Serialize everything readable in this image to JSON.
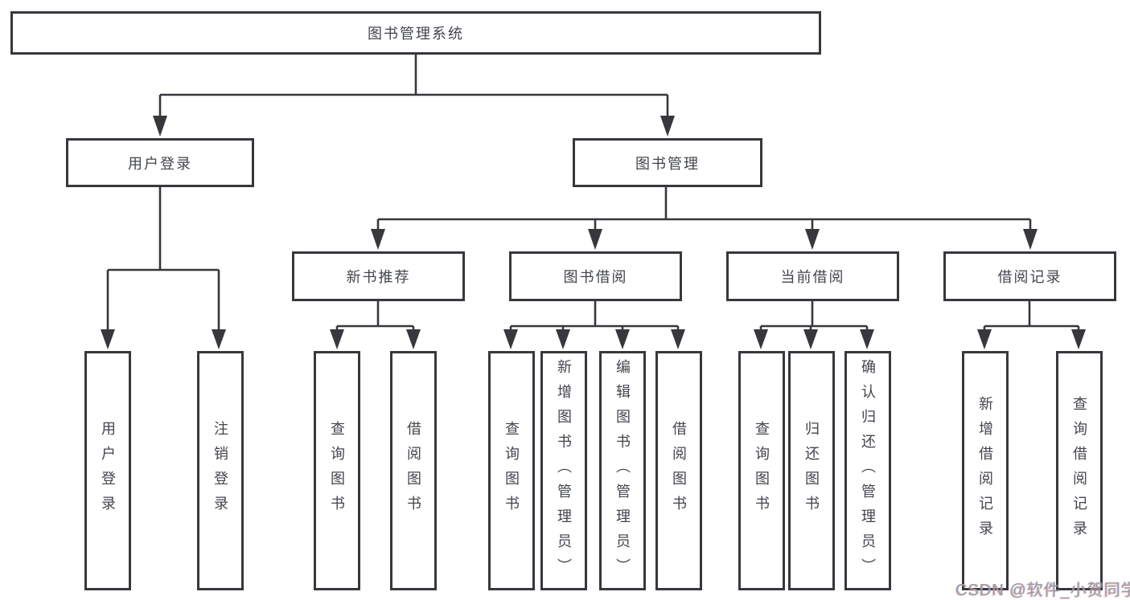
{
  "diagram": {
    "root": {
      "label": "图书管理系统"
    },
    "level2": [
      {
        "id": "user-login",
        "label": "用户登录"
      },
      {
        "id": "book-management",
        "label": "图书管理"
      }
    ],
    "level3": [
      {
        "id": "new-book-recommend",
        "label": "新书推荐"
      },
      {
        "id": "book-borrow",
        "label": "图书借阅"
      },
      {
        "id": "current-borrow",
        "label": "当前借阅"
      },
      {
        "id": "borrow-records",
        "label": "借阅记录"
      }
    ],
    "leaves": [
      {
        "label": "用户登录"
      },
      {
        "label": "注销登录"
      },
      {
        "label": "查询图书"
      },
      {
        "label": "借阅图书"
      },
      {
        "label": "查询图书"
      },
      {
        "label": "新增图书（管理员）"
      },
      {
        "label": "编辑图书（管理员）"
      },
      {
        "label": "借阅图书"
      },
      {
        "label": "查询图书"
      },
      {
        "label": "归还图书"
      },
      {
        "label": "确认归还（管理员）"
      },
      {
        "label": "新增借阅记录"
      },
      {
        "label": "查询借阅记录"
      }
    ]
  },
  "watermark": {
    "text": "CSDN @软件_小贺同学"
  },
  "colors": {
    "line": "#36383c",
    "text": "#42454c",
    "background": "#ffffff",
    "watermark": "#9d9da0"
  }
}
